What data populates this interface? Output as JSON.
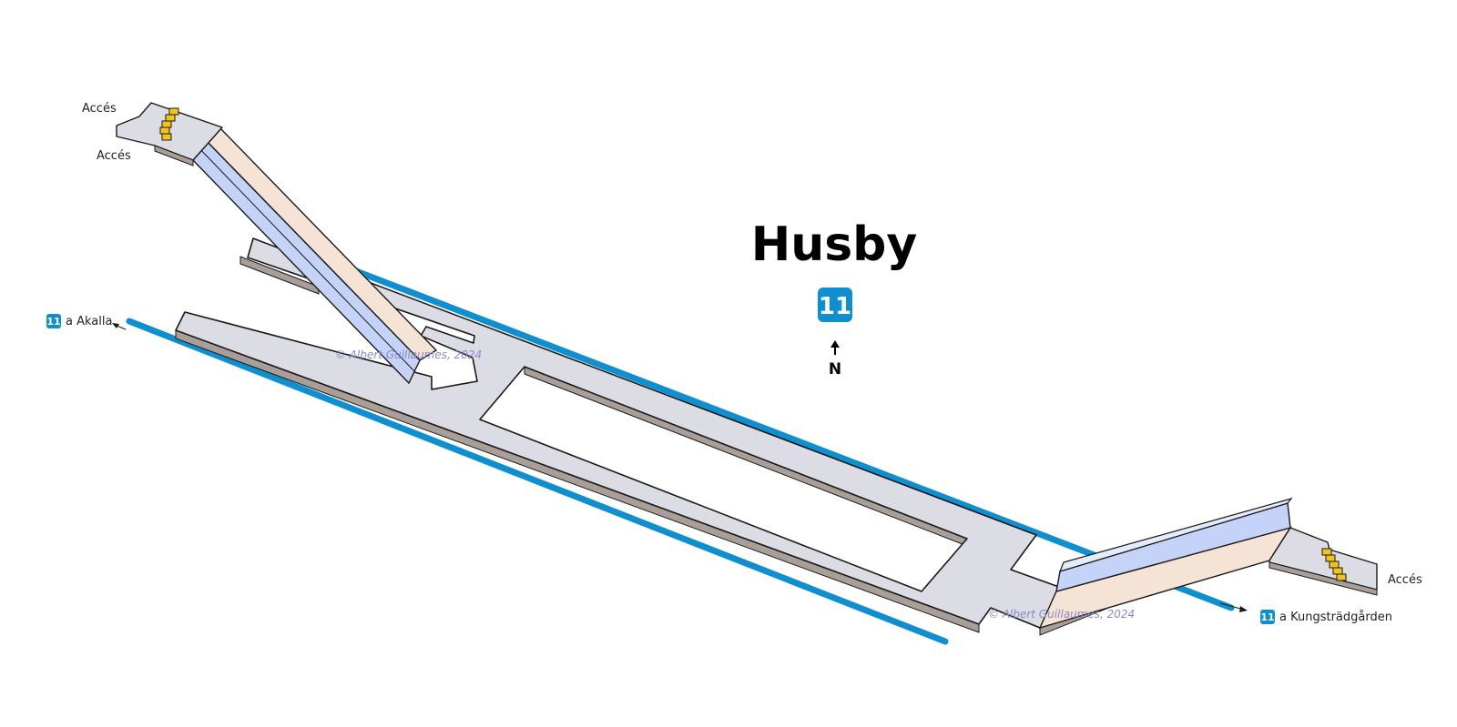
{
  "station": {
    "name": "Husby",
    "line": "11"
  },
  "compass": {
    "label": "N"
  },
  "directions": {
    "west": {
      "line": "11",
      "label": "a Akalla"
    },
    "east": {
      "line": "11",
      "label": "a Kungsträdgården"
    }
  },
  "accesses": {
    "nw_top": "Accés",
    "nw_bottom": "Accés",
    "se": "Accés"
  },
  "credits": {
    "a": "© Albert Guillaumes, 2024",
    "b": "© Albert Guillaumes, 2024"
  },
  "colors": {
    "track": "#0f8fd0",
    "badge": "#0f8fd0",
    "platform_top": "#dcdce4",
    "platform_side": "#a99f98",
    "outline": "#1a1a1a",
    "escalator_blue": "#c4d3f7",
    "escalator_peach": "#f5e3d6",
    "stairs": "#f0c419",
    "credit_text": "#8a8ac8"
  }
}
